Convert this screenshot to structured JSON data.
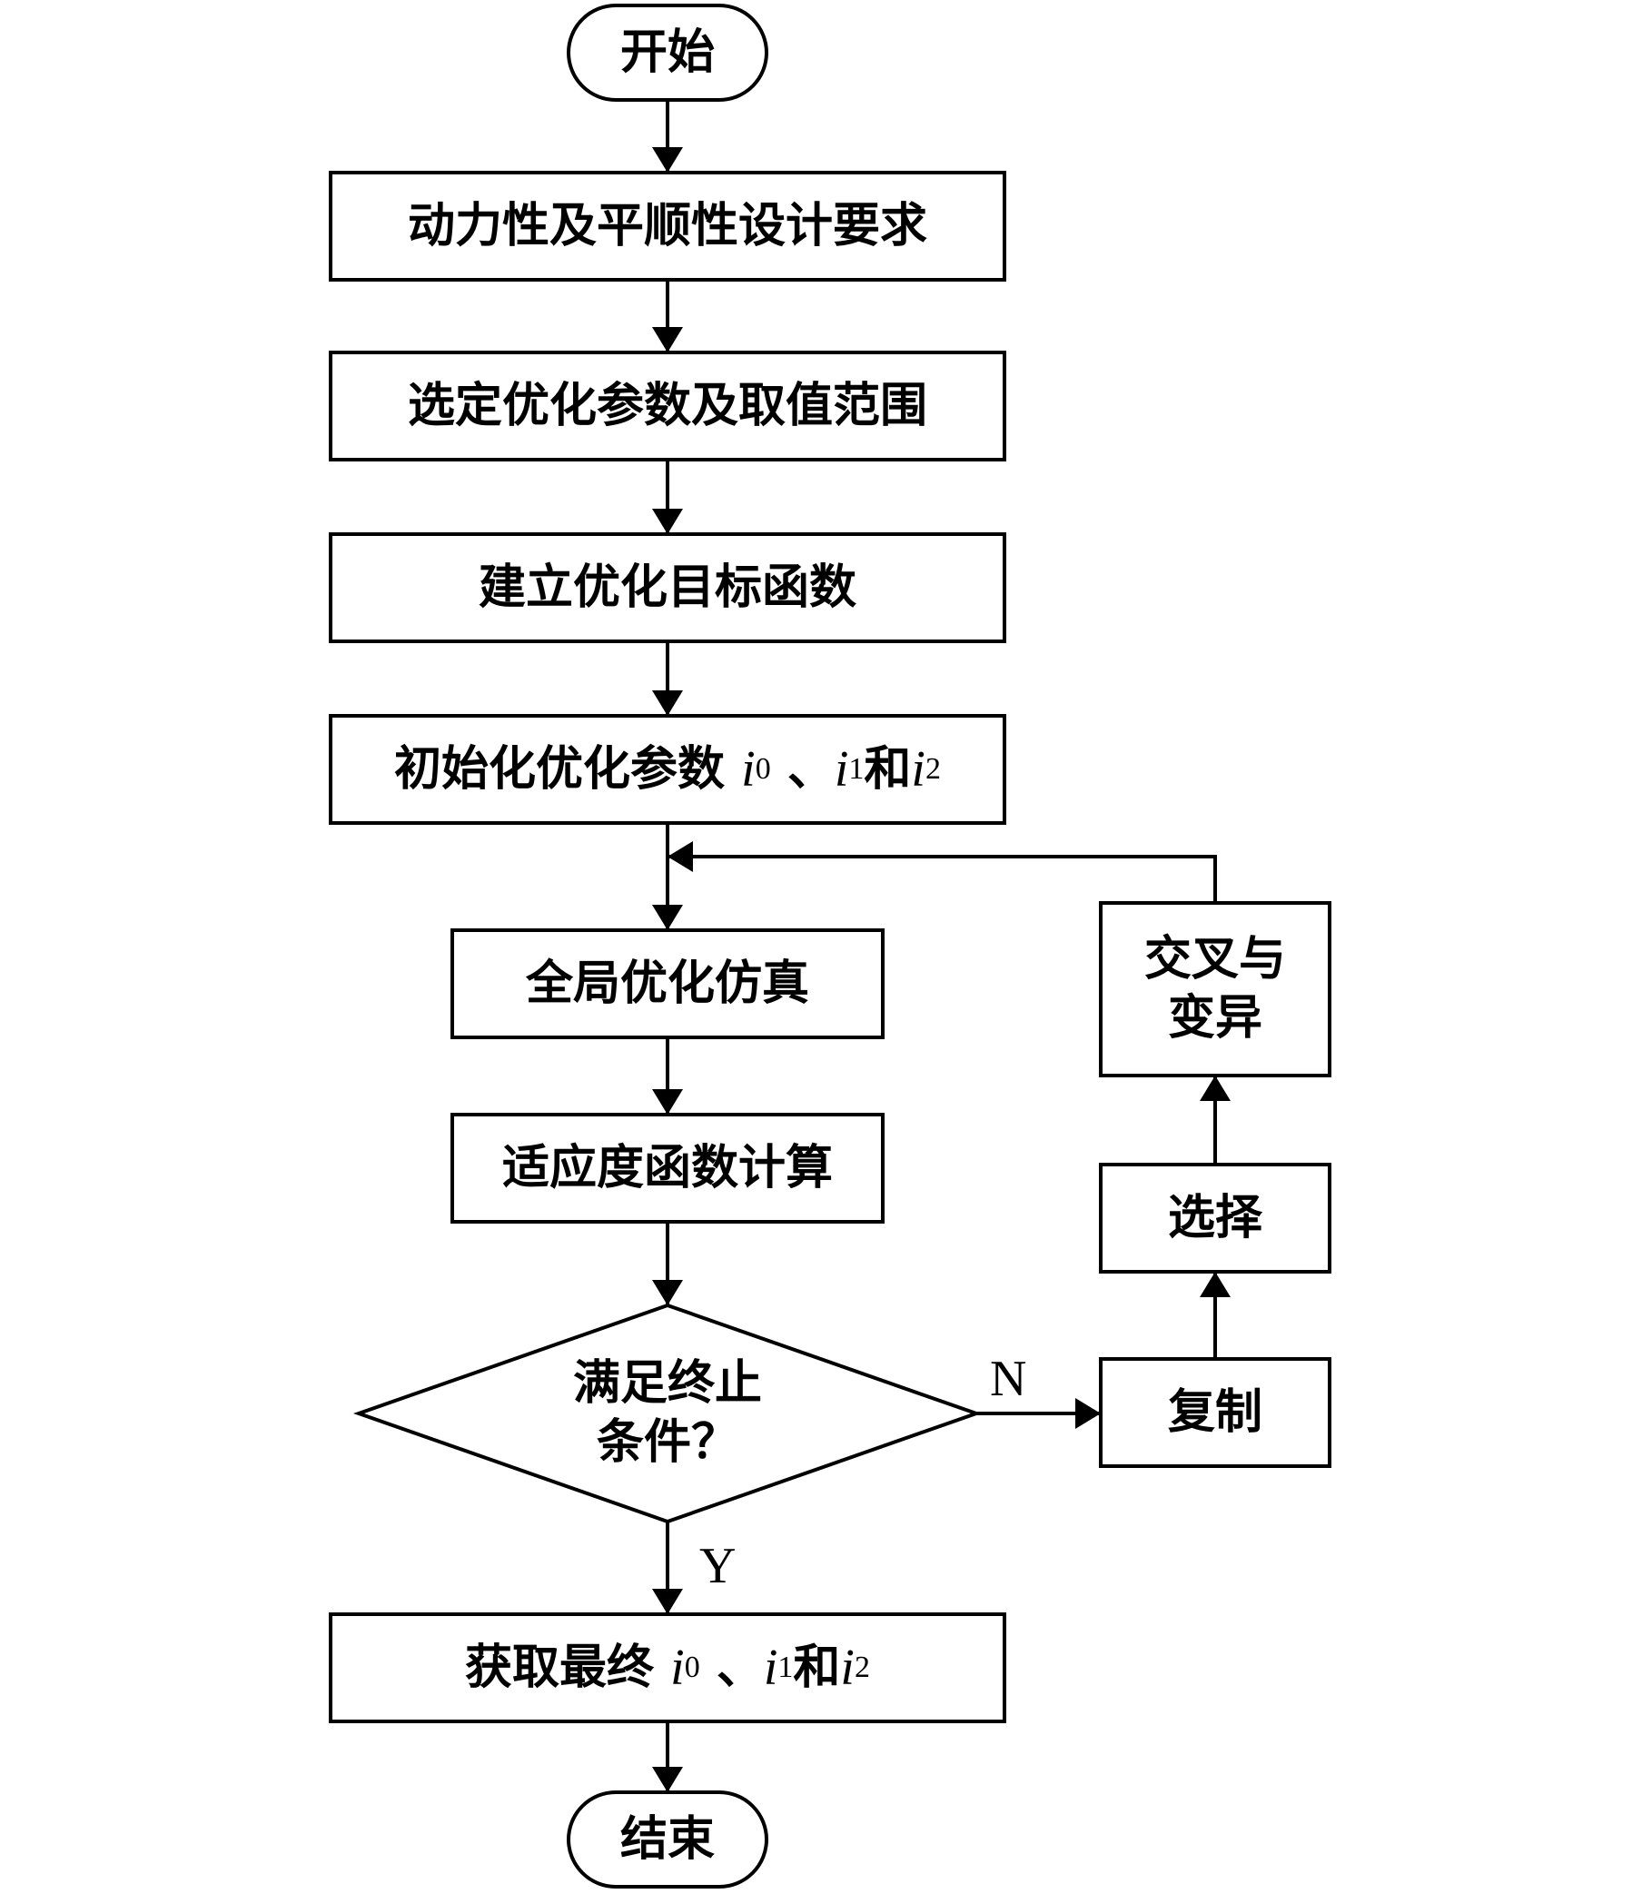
{
  "nodes": {
    "start": "开始",
    "design_requirements": "动力性及平顺性设计要求",
    "select_params": "选定优化参数及取值范围",
    "build_objective": "建立优化目标函数",
    "init_params": {
      "prefix": "初始化优化参数",
      "var1": "i",
      "sub1": "0",
      "sep1": "、",
      "var2": "i",
      "sub2": "1",
      "sep2": "和",
      "var3": "i",
      "sub3": "2"
    },
    "global_sim": "全局优化仿真",
    "fitness_calc": "适应度函数计算",
    "decision": {
      "line1": "满足终止",
      "line2": "条件？"
    },
    "get_final": {
      "prefix": "获取最终",
      "var1": "i",
      "sub1": "0",
      "sep1": "、",
      "var2": "i",
      "sub2": "1",
      "sep2": "和",
      "var3": "i",
      "sub3": "2"
    },
    "end": "结束",
    "replicate": "复制",
    "selection": "选择",
    "crossover": {
      "line1": "交叉与",
      "line2": "变异"
    }
  },
  "branches": {
    "no": "N",
    "yes": "Y"
  }
}
